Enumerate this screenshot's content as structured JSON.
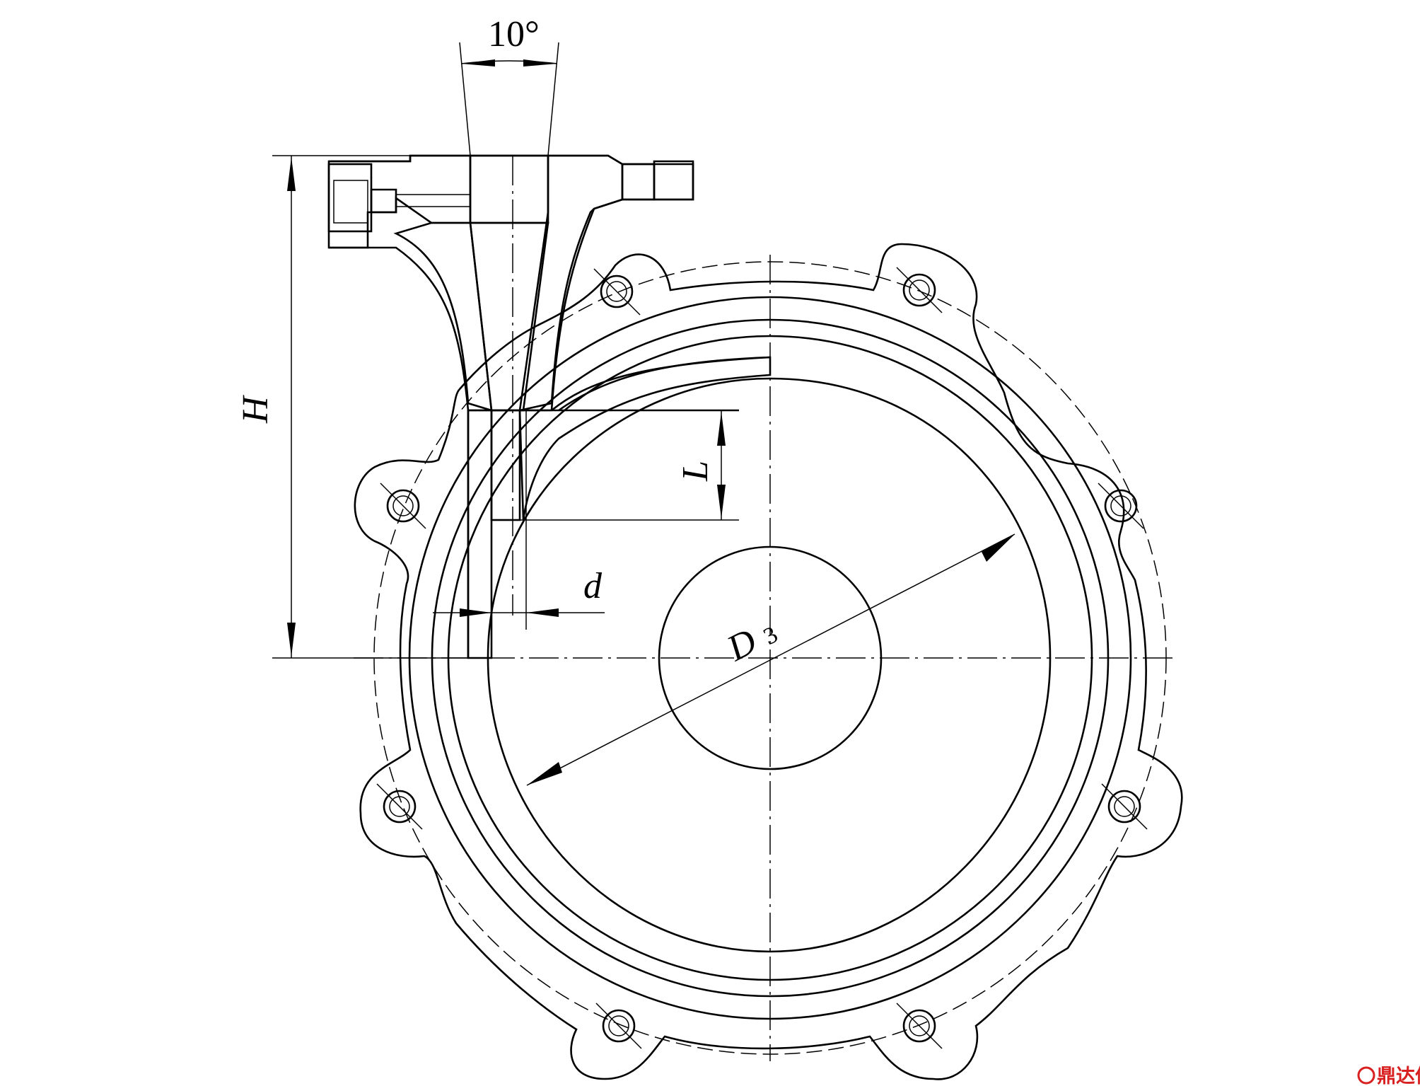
{
  "dimensions": {
    "angle": "10°",
    "height": "H",
    "length": "L",
    "diameter": "d",
    "casing_diameter": "D",
    "casing_diameter_subscript": "3"
  },
  "watermark": {
    "text": "鼎达信",
    "color": "#d92020"
  }
}
